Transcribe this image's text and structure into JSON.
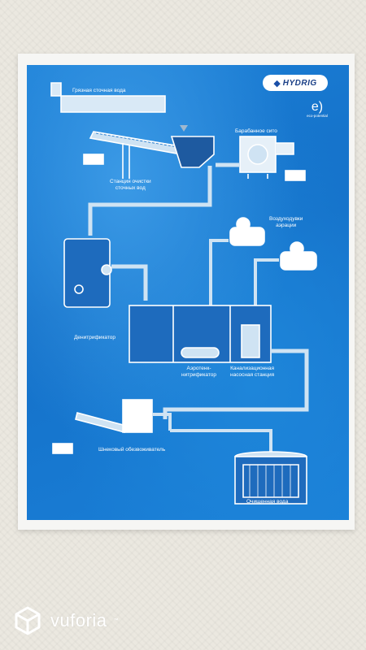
{
  "poster": {
    "brand": "HYDRIG",
    "eco_label": "eco-potential",
    "labels": {
      "dirty_water": "Грязная сточная вода",
      "drum_sieve": "Барабанное сито",
      "cleaning_station": "Станция очистки\nсточных вод",
      "air_blowers": "Воздуходувки\nаэрации",
      "denitrifier": "Денитрификатор",
      "aerotank": "Аэротенк-\nнитрификатор",
      "pump_station": "Канализационная\nнасосная станция",
      "screw_dewaterer": "Шнековый обезвоживатель",
      "clean_water": "Очищенная вода"
    }
  },
  "overlay": {
    "vuforia_label": "vuforia",
    "trademark": "™"
  },
  "colors": {
    "poster_blue": "#1a7dd4",
    "pipe": "#cfe3f3",
    "white": "#ffffff"
  }
}
